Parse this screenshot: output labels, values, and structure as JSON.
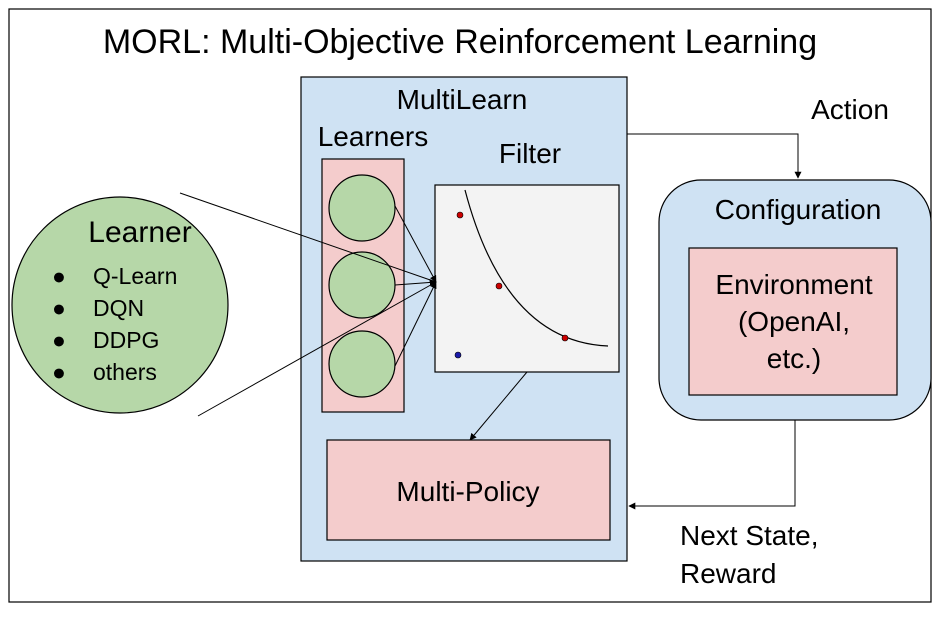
{
  "title": "MORL: Multi-Objective Reinforcement Learning",
  "multilearn": {
    "label": "MultiLearn",
    "learners_label": "Learners",
    "filter_label": "Filter",
    "multi_policy_label": "Multi-Policy"
  },
  "learner": {
    "label": "Learner",
    "bullet": "●",
    "items": [
      "Q-Learn",
      "DQN",
      "DDPG",
      "others"
    ]
  },
  "configuration": {
    "label": "Configuration",
    "environment_lines": [
      "Environment",
      "(OpenAI,",
      "etc.)"
    ]
  },
  "arrows": {
    "action": "Action",
    "next_state_lines": [
      "Next State,",
      "Reward"
    ]
  },
  "colors": {
    "blue_fill": "#cfe2f3",
    "pink_fill": "#f4cccc",
    "green_fill": "#b6d7a8",
    "filter_fill": "#f3f3f3",
    "red_point": "#cc0000",
    "blue_point": "#1a1aaa"
  }
}
